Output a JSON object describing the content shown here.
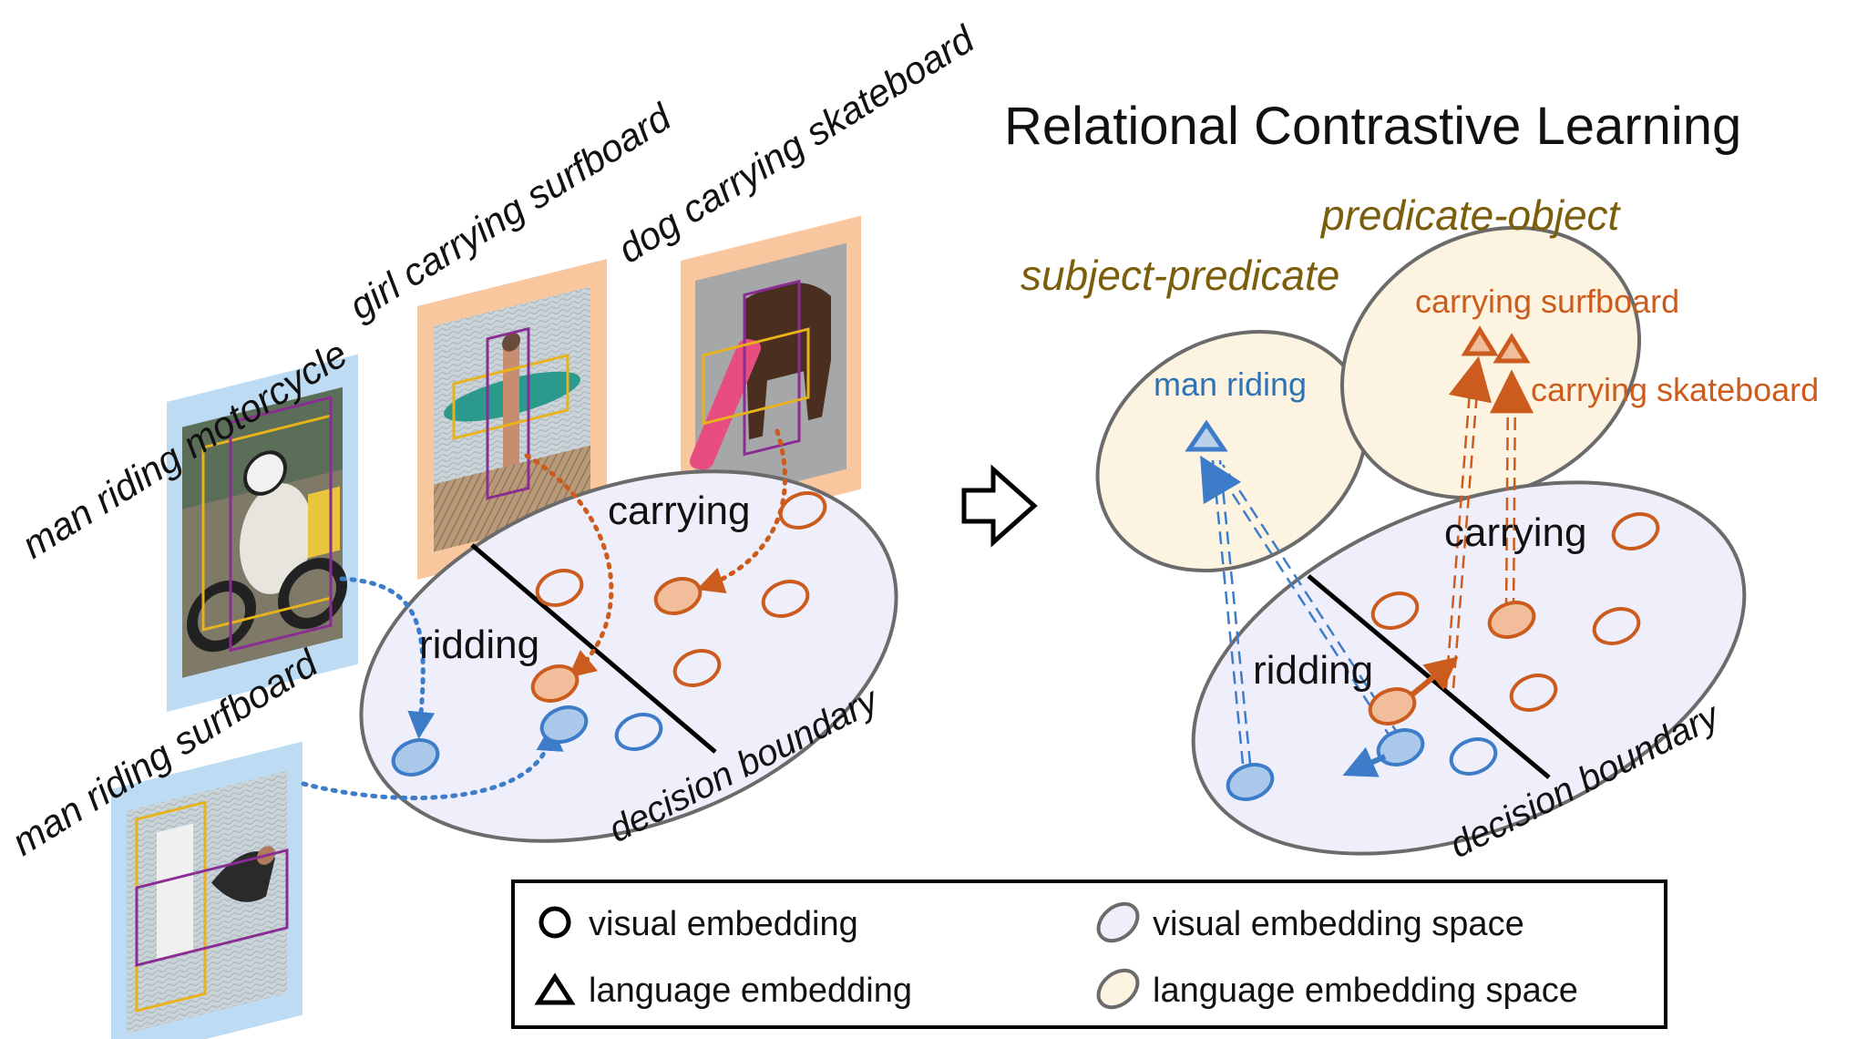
{
  "title": "Relational Contrastive Learning",
  "left": {
    "image_captions": [
      "man riding motorcycle",
      "girl carrying surfboard",
      "dog carrying skateboard",
      "man riding surfboard"
    ],
    "class_labels": {
      "carrying": "carrying",
      "ridding": "ridding"
    },
    "boundary_label": "decision boundary"
  },
  "right": {
    "group_labels": {
      "subject_predicate": "subject-predicate",
      "predicate_object": "predicate-object"
    },
    "language_labels": {
      "man_riding": "man riding",
      "carrying_surfboard": "carrying surfboard",
      "carrying_skateboard": "carrying skateboard"
    },
    "class_labels": {
      "carrying": "carrying",
      "ridding": "ridding"
    },
    "boundary_label": "decision boundary"
  },
  "legend": {
    "visual_embedding": "visual embedding",
    "language_embedding": "language embedding",
    "visual_space": "visual embedding space",
    "language_space": "language embedding space"
  },
  "colors": {
    "blue": "#3d7cc9",
    "blue_fill": "#a9c8ea",
    "orange": "#cc5c1e",
    "orange_fill": "#f2bd9a",
    "visual_space_fill": "#eeeffa",
    "language_space_fill": "#fcf4e1",
    "olive_text": "#7b5e0c",
    "image_frame_blue": "#bddcf3",
    "image_frame_orange": "#f9c79e"
  },
  "icons": [
    "circle-icon",
    "triangle-icon",
    "visual-space-icon",
    "language-space-icon",
    "right-arrow-icon"
  ]
}
